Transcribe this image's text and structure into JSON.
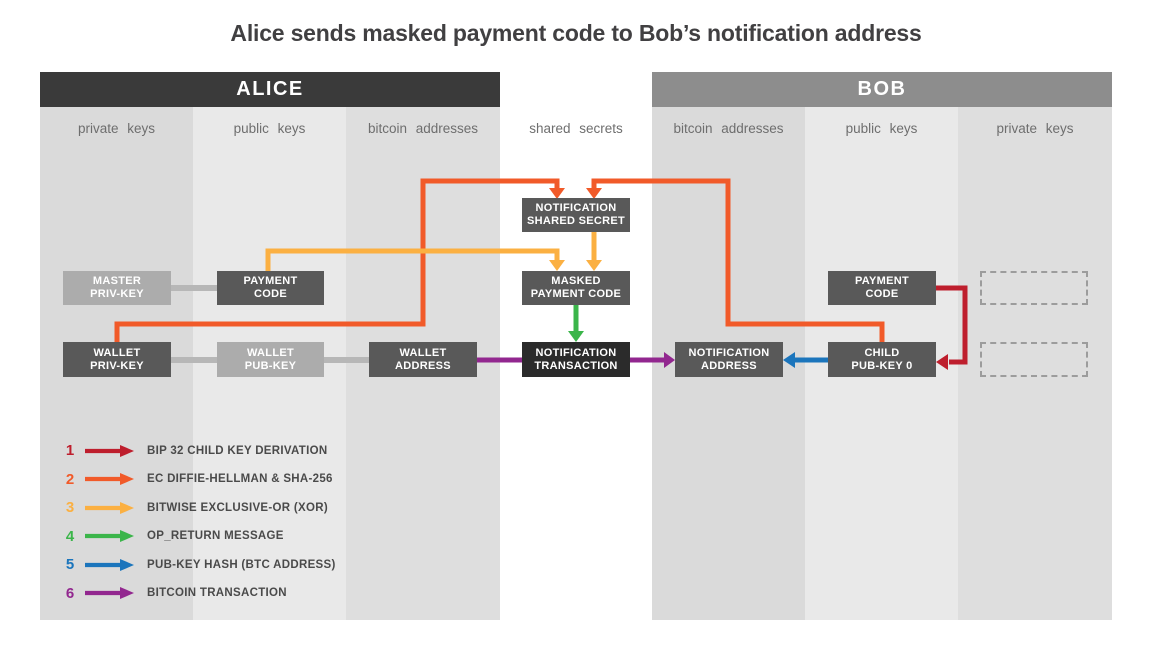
{
  "title": "Alice sends masked payment code to Bob’s notification address",
  "panels": {
    "alice": {
      "label": "ALICE",
      "columns": [
        "private keys",
        "public keys",
        "bitcoin addresses"
      ]
    },
    "middle": {
      "column": "shared secrets"
    },
    "bob": {
      "label": "BOB",
      "columns": [
        "bitcoin addresses",
        "public keys",
        "private keys"
      ]
    }
  },
  "boxes": {
    "master_priv_key": {
      "line1": "MASTER",
      "line2": "PRIV-KEY"
    },
    "alice_payment_code": {
      "line1": "PAYMENT",
      "line2": "CODE"
    },
    "wallet_priv_key": {
      "line1": "WALLET",
      "line2": "PRIV-KEY"
    },
    "wallet_pub_key": {
      "line1": "WALLET",
      "line2": "PUB-KEY"
    },
    "wallet_address": {
      "line1": "WALLET",
      "line2": "ADDRESS"
    },
    "notification_shared_secret": {
      "line1": "NOTIFICATION",
      "line2": "SHARED SECRET"
    },
    "masked_payment_code": {
      "line1": "MASKED",
      "line2": "PAYMENT CODE"
    },
    "notification_transaction": {
      "line1": "NOTIFICATION",
      "line2": "TRANSACTION"
    },
    "notification_address": {
      "line1": "NOTIFICATION",
      "line2": "ADDRESS"
    },
    "bob_payment_code": {
      "line1": "PAYMENT",
      "line2": "CODE"
    },
    "child_pub_key_0": {
      "line1": "CHILD",
      "line2": "PUB-KEY 0"
    }
  },
  "legend": {
    "items": [
      {
        "num": "1",
        "label": "BIP 32 CHILD KEY DERIVATION",
        "color": "#be1e2d"
      },
      {
        "num": "2",
        "label": "EC DIFFIE-HELLMAN & SHA-256",
        "color": "#f15a29"
      },
      {
        "num": "3",
        "label": "BITWISE EXCLUSIVE-OR (XOR)",
        "color": "#fbb042"
      },
      {
        "num": "4",
        "label": "OP_RETURN MESSAGE",
        "color": "#3bb54a"
      },
      {
        "num": "5",
        "label": "PUB-KEY HASH (BTC ADDRESS)",
        "color": "#1b75bc"
      },
      {
        "num": "6",
        "label": "BITCOIN TRANSACTION",
        "color": "#92278f"
      }
    ]
  },
  "colors": {
    "alice_header_bg": "#3a3a3a",
    "bob_header_bg": "#8d8d8d",
    "box_dark": "#595959",
    "box_black": "#2b2b2b",
    "box_light": "#acacac",
    "col_shade_a": "#dadada",
    "col_shade_b": "#e9e9e9",
    "col_shade_c": "#dedede",
    "connector_gray": "#b7b7b7"
  }
}
